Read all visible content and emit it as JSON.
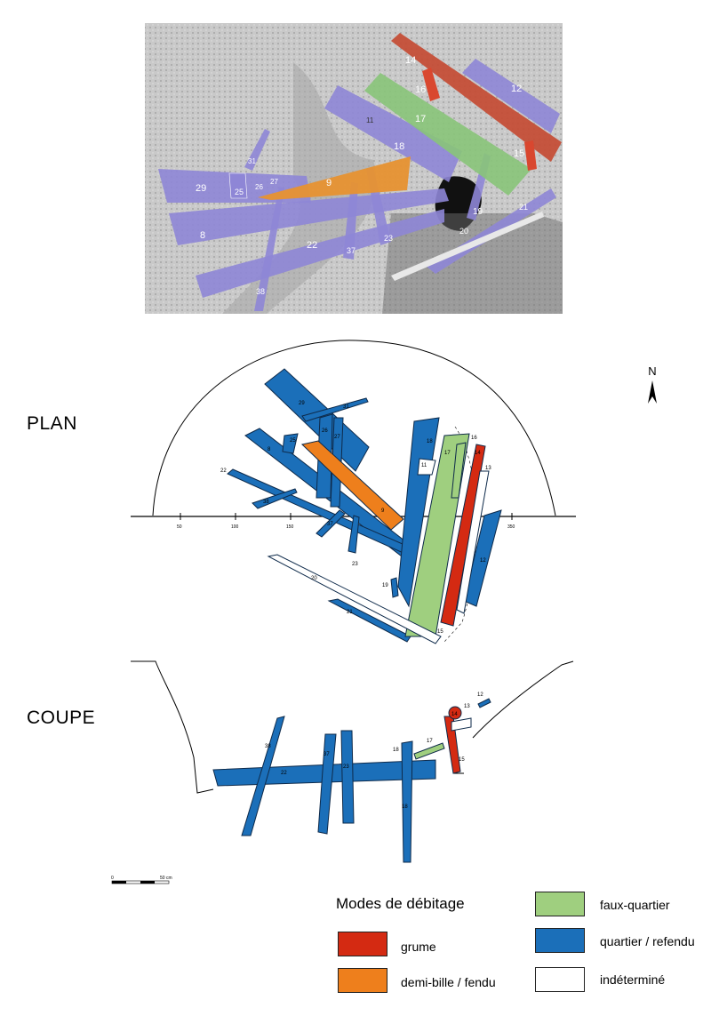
{
  "photo": {
    "labels": {
      "l14": "14",
      "l16": "16",
      "l12": "12",
      "l11": "11",
      "l17": "17",
      "l18": "18",
      "l15": "15",
      "l31": "31",
      "l29": "29",
      "l25": "25",
      "l26": "26",
      "l27": "27",
      "l9": "9",
      "l19": "19",
      "l21": "21",
      "l8": "8",
      "l20": "20",
      "l22": "22",
      "l37": "37",
      "l23": "23",
      "l38": "38"
    }
  },
  "plan": {
    "title": "PLAN",
    "north": "N",
    "ticks": [
      "50",
      "100",
      "150",
      "350"
    ],
    "labels": {
      "l29": "29",
      "l31": "31",
      "l26": "26",
      "l27": "27",
      "l25": "25",
      "l8": "8",
      "l22": "22",
      "l38": "38",
      "l37": "37",
      "l9": "9",
      "l23": "23",
      "l18": "18",
      "l17": "17",
      "l16": "16",
      "l14": "14",
      "l13": "13",
      "l11": "11",
      "l12": "12",
      "l19": "19",
      "l20": "20",
      "l21": "21",
      "l15": "15"
    }
  },
  "coupe": {
    "title": "COUPE",
    "labels": {
      "l12": "12",
      "l14": "14",
      "l13": "13",
      "l17": "17",
      "l18a": "18",
      "l15": "15",
      "l38": "38",
      "l37": "37",
      "l23": "23",
      "l22": "22",
      "l18b": "18"
    },
    "scale": {
      "start": "0",
      "end": "50 cm"
    }
  },
  "legend": {
    "title": "Modes de débitage",
    "items": [
      {
        "label": "grume",
        "color": "#d42a12"
      },
      {
        "label": "demi-bille / fendu",
        "color": "#ee7f1c"
      },
      {
        "label": "faux-quartier",
        "color": "#9fcf7f"
      },
      {
        "label": "quartier / refendu",
        "color": "#1b6fb9"
      },
      {
        "label": "indéterminé",
        "color": "#ffffff"
      }
    ]
  },
  "colors": {
    "grume": "#d42a12",
    "demi_bille": "#ee7f1c",
    "faux_quartier": "#9fcf7f",
    "quartier": "#1b6fb9",
    "indetermine": "#ffffff",
    "photo_purple": "#8e86d6",
    "photo_red": "#c44b33",
    "photo_green": "#88c479",
    "photo_orange": "#e79232"
  }
}
